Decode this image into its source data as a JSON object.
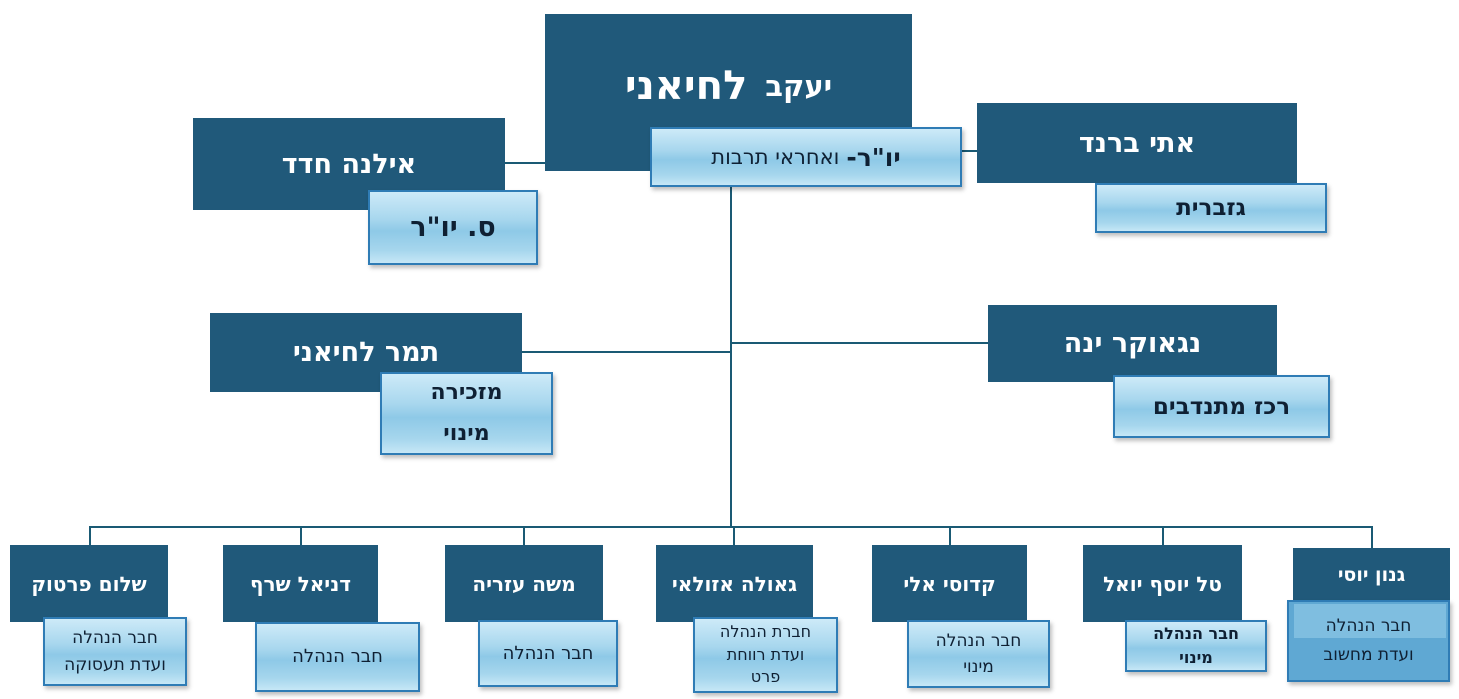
{
  "colors": {
    "dark_box": "#20597a",
    "light_box_top": "#cdeaf8",
    "light_box_mid": "#8ec9e7",
    "light_box_border": "#2f7cb5",
    "selected_box": "#5fa8d3",
    "connector_line": "#1a5a74",
    "dark_text": "#0f2033",
    "light_text": "#ffffff"
  },
  "org": {
    "root": {
      "name_first": "יעקב",
      "name_last": "לחיאני",
      "role_bold": "יו\"ר-",
      "role_rest": "ואחראי תרבות"
    },
    "level1": [
      {
        "name": "אילנה חדד",
        "role": "ס. יו\"ר"
      },
      {
        "name": "אתי ברנד",
        "role": "גזברית"
      }
    ],
    "level2": [
      {
        "name": "תמר לחיאני",
        "role_lines": [
          "מזכירה",
          "מינוי"
        ]
      },
      {
        "name": "נגאוקר ינה",
        "role": "רכז מתנדבים"
      }
    ],
    "members": [
      {
        "name": "שלום פרטוק",
        "role_lines": [
          "חבר הנהלה",
          "ועדת תעסוקה"
        ]
      },
      {
        "name": "דניאל שרף",
        "role_lines": [
          "חבר הנהלה"
        ]
      },
      {
        "name": "משה עזריה",
        "role_lines": [
          "חבר הנהלה"
        ]
      },
      {
        "name": "גאולה אזולאי",
        "role_lines": [
          "חברת הנהלה",
          "ועדת רווחת",
          "פרט"
        ]
      },
      {
        "name": "קדוסי אלי",
        "role_lines": [
          "חבר הנהלה",
          "מינוי"
        ]
      },
      {
        "name": "טל יוסף יואל",
        "role_lines": [
          "חבר הנהלה",
          "מינוי"
        ]
      },
      {
        "name": "גנון יוסי",
        "role_lines": [
          "חבר הנהלה",
          "ועדת מחשוב"
        ]
      }
    ]
  }
}
